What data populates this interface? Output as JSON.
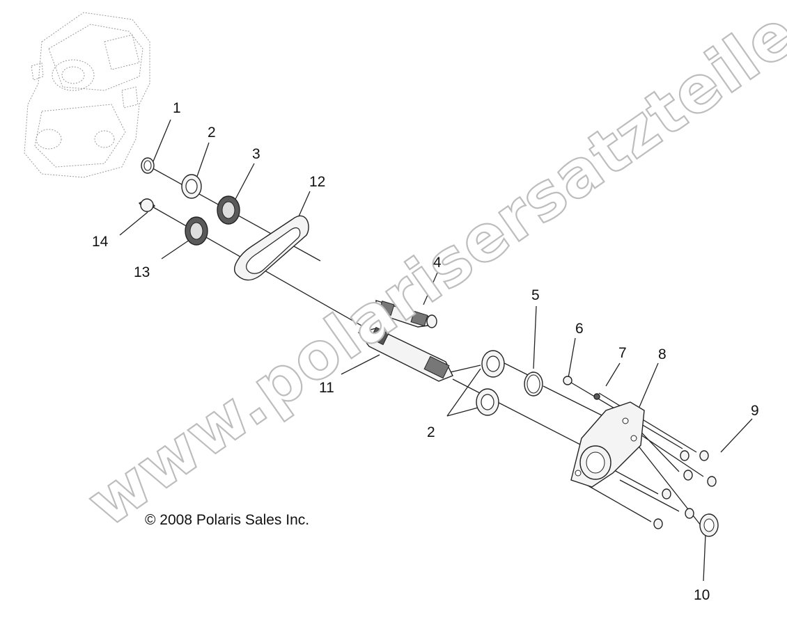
{
  "copyright": "© 2008 Polaris Sales Inc.",
  "watermark": "www.polarisersatzteile.de",
  "callouts": {
    "c1": "1",
    "c2a": "2",
    "c3": "3",
    "c4": "4",
    "c5": "5",
    "c6": "6",
    "c7": "7",
    "c8": "8",
    "c9": "9",
    "c10": "10",
    "c11": "11",
    "c12": "12",
    "c13": "13",
    "c14": "14",
    "c2b": "2"
  },
  "icons": {
    "engine_reference": "transmission-housing-sketch-icon"
  }
}
